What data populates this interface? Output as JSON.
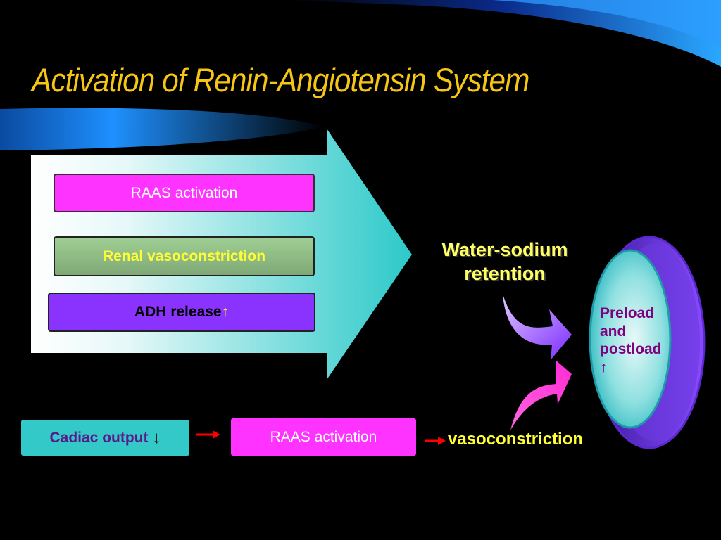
{
  "title": "Activation of Renin-Angiotensin System",
  "boxes": {
    "raas_top": "RAAS activation",
    "renal": "Renal vasoconstriction",
    "adh": "ADH release",
    "adh_arrow": "↑"
  },
  "water": {
    "line1": "Water-sodium",
    "line2": "retention"
  },
  "preload": {
    "line1": "Preload",
    "line2": "and",
    "line3": "postload",
    "line4": "↑"
  },
  "bottom": {
    "cardiac": "Cadiac output",
    "cardiac_arrow": "↓",
    "raas": "RAAS activation",
    "vaso": "vasoconstriction"
  },
  "colors": {
    "title": "#f7c615",
    "magenta": "#ff33ff",
    "green": "#8fbf85",
    "purple": "#8a33ff",
    "teal": "#33c9c9",
    "yellow": "#ffff33",
    "red_arrow": "#ff0000"
  },
  "icons": [
    "big-arrow-icon",
    "curved-arrow-icon",
    "small-red-arrow-icon"
  ]
}
